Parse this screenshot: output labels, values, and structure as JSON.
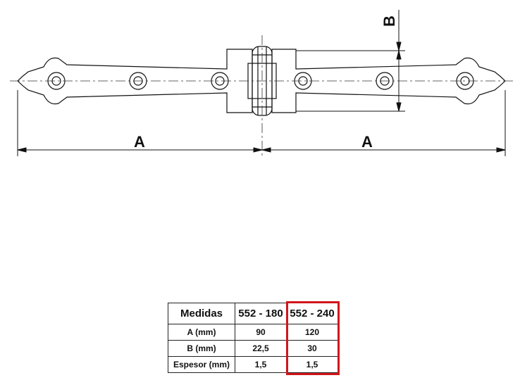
{
  "diagram": {
    "dimension_labels": {
      "left_length": "A",
      "right_length": "A",
      "height": "B"
    }
  },
  "table": {
    "headers": [
      "Medidas",
      "552 - 180",
      "552 - 240"
    ],
    "rows": [
      [
        "A (mm)",
        "90",
        "120"
      ],
      [
        "B (mm)",
        "22,5",
        "30"
      ],
      [
        "Espesor (mm)",
        "1,5",
        "1,5"
      ]
    ],
    "highlighted_column": "552 - 240",
    "highlight_color": "#d0161b"
  }
}
